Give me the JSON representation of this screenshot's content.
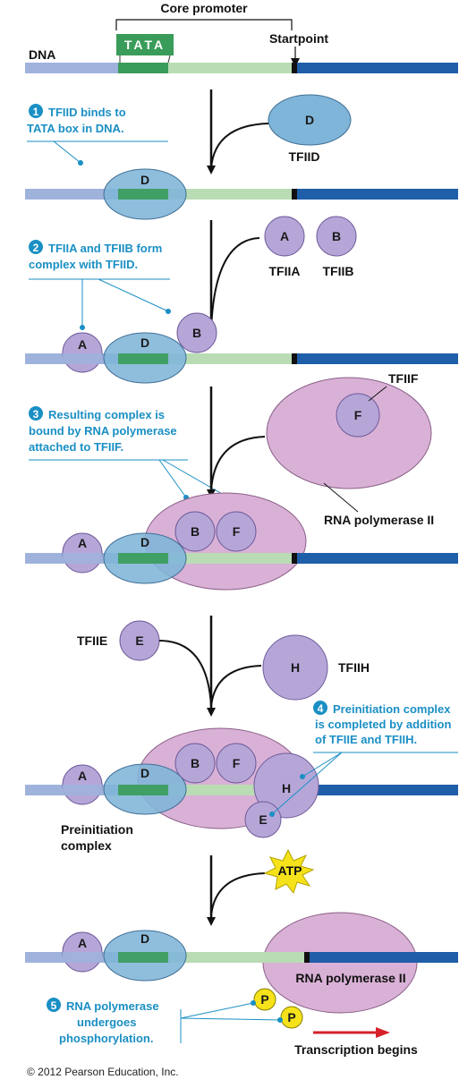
{
  "header": {
    "core_promoter": "Core promoter",
    "tata": "TATA",
    "startpoint": "Startpoint",
    "dna": "DNA"
  },
  "steps": [
    {
      "number": "1",
      "lines": [
        "TFIID binds to",
        "TATA box in DNA."
      ]
    },
    {
      "number": "2",
      "lines": [
        "TFIIA and TFIIB form",
        "complex with TFIID."
      ]
    },
    {
      "number": "3",
      "lines": [
        "Resulting complex is",
        "bound by RNA polymerase",
        "attached to TFIIF."
      ]
    },
    {
      "number": "4",
      "lines": [
        "Preinitiation complex",
        "is completed by addition",
        "of TFIIE and TFIIH."
      ]
    },
    {
      "number": "5",
      "lines": [
        "RNA polymerase",
        "undergoes",
        "phosphorylation."
      ]
    }
  ],
  "factors": {
    "tfiid": "TFIID",
    "tfiia": "TFIIA",
    "tfiib": "TFIIB",
    "tfiif": "TFIIF",
    "tfiie": "TFIIE",
    "tfiih": "TFIIH",
    "rna_pol": "RNA polymerase II",
    "preinit_lines": [
      "Preinitiation",
      "complex"
    ],
    "atp": "ATP",
    "transcription": "Transcription begins"
  },
  "letters": {
    "d": "D",
    "a": "A",
    "b": "B",
    "f": "F",
    "e": "E",
    "h": "H",
    "p": "P"
  },
  "copyright": "© 2012 Pearson Education, Inc.",
  "colors": {
    "dna_left": "#9fb2dc",
    "tata_green": "#3a9c5a",
    "promoter_light_green": "#b9dcb4",
    "dna_right": "#1f5ea8",
    "step_blue": "#1a8fc4",
    "tfiid_blue": "#7fb5d8",
    "factor_lavender": "#b6a6d8",
    "polymerase_pink": "#d9b1d6",
    "phosphate_yellow": "#f5e21a",
    "arrow_red": "#d6202a"
  }
}
